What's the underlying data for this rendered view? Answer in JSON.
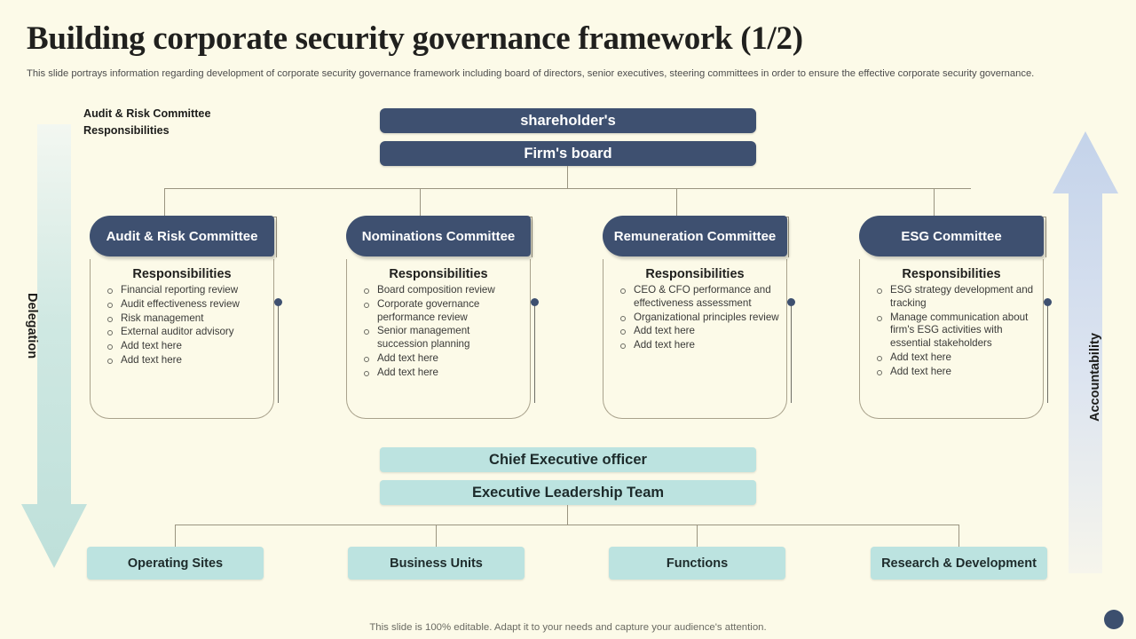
{
  "slide": {
    "title": "Building corporate security governance framework (1/2)",
    "subtitle": "This slide portrays information regarding development of corporate security governance framework including board of directors, senior executives, steering committees in order to ensure the effective  corporate security governance.",
    "footer_note": "This slide is 100% editable. Adapt it to your needs and capture your audience's attention."
  },
  "caption": {
    "line1": "Audit & Risk  Committee",
    "line2": "Responsibilities"
  },
  "arrows": {
    "left_label": "Delegation",
    "right_label": "Accountability"
  },
  "top_nodes": {
    "shareholders": "shareholder's",
    "firms_board": "Firm's board"
  },
  "responsibilities_heading": "Responsibilities",
  "committees": [
    {
      "name": "Audit & Risk Committee",
      "items": [
        "Financial  reporting review",
        "Audit effectiveness review",
        "Risk management",
        "External auditor  advisory",
        "Add text here",
        "Add text here"
      ]
    },
    {
      "name": "Nominations Committee",
      "items": [
        "Board  composition review",
        "Corporate  governance performance  review",
        "Senior  management succession planning",
        "Add text here",
        "Add text here"
      ]
    },
    {
      "name": "Remuneration Committee",
      "items": [
        "CEO & CFO  performance and effectiveness assessment",
        "Organizational  principles review",
        "Add text here",
        "Add text here"
      ]
    },
    {
      "name": "ESG Committee",
      "items": [
        "ESG strategy development and tracking",
        "Manage  communication about firm's ESG activities with essential stakeholders",
        "Add text here",
        "Add text here"
      ]
    }
  ],
  "executive": {
    "ceo": "Chief Executive officer",
    "leadership_team": "Executive Leadership Team"
  },
  "divisions": [
    "Operating  Sites",
    "Business Units",
    "Functions",
    "Research & Development"
  ],
  "colors": {
    "background": "#FCFAE8",
    "navy": "#3E5070",
    "teal": "#BCE3E0",
    "arrow_left": "#CFE8E2",
    "arrow_right": "#C9D6EA",
    "connector": "#9A9480"
  }
}
